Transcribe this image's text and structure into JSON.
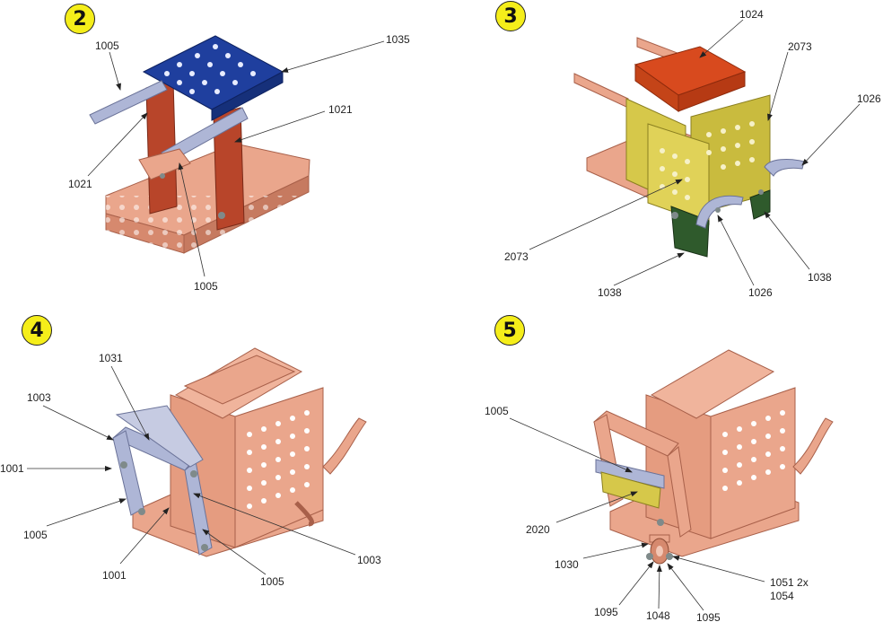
{
  "colors": {
    "badge": "#f5ee1a",
    "copper": "#eaa68c",
    "copper_dark": "#c67a60",
    "copper_edge": "#a8604a",
    "blue_plate": "#1f3f9e",
    "blue_strip": "#aeb6d6",
    "red_strip": "#b8452a",
    "orange_plate": "#d84a1e",
    "yellow_plate": "#d6c84a",
    "green_plate": "#2f5a2c",
    "bolt": "#7f8a8a"
  },
  "steps": [
    {
      "number": "2",
      "labels": [
        "1005",
        "1035",
        "1021",
        "1021",
        "1005"
      ]
    },
    {
      "number": "3",
      "labels": [
        "1024",
        "2073",
        "1026",
        "2073",
        "1038",
        "1026",
        "1038"
      ]
    },
    {
      "number": "4",
      "labels": [
        "1031",
        "1003",
        "1001",
        "1005",
        "1001",
        "1003",
        "1005"
      ]
    },
    {
      "number": "5",
      "labels": [
        "1005",
        "2020",
        "1030",
        "1051 2x",
        "1054",
        "1095",
        "1048",
        "1095"
      ]
    }
  ]
}
